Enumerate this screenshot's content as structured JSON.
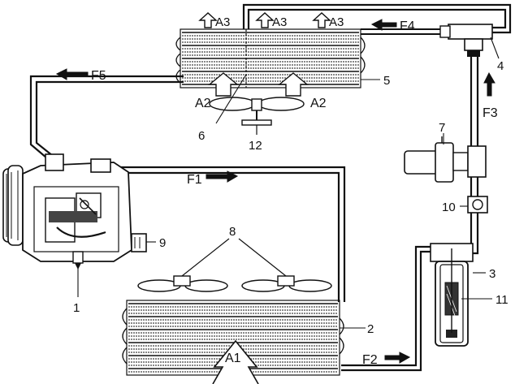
{
  "labels": {
    "c1": "1",
    "c2": "2",
    "c3": "3",
    "c4": "4",
    "c5": "5",
    "c6": "6",
    "c7": "7",
    "c8": "8",
    "c9": "9",
    "c10": "10",
    "c11": "11",
    "c12": "12"
  },
  "flows": {
    "f1": "F1",
    "f2": "F2",
    "f3": "F3",
    "f4": "F4",
    "f5": "F5"
  },
  "airflows": {
    "a1": "A1",
    "a2": "A2",
    "a3": "A3"
  }
}
